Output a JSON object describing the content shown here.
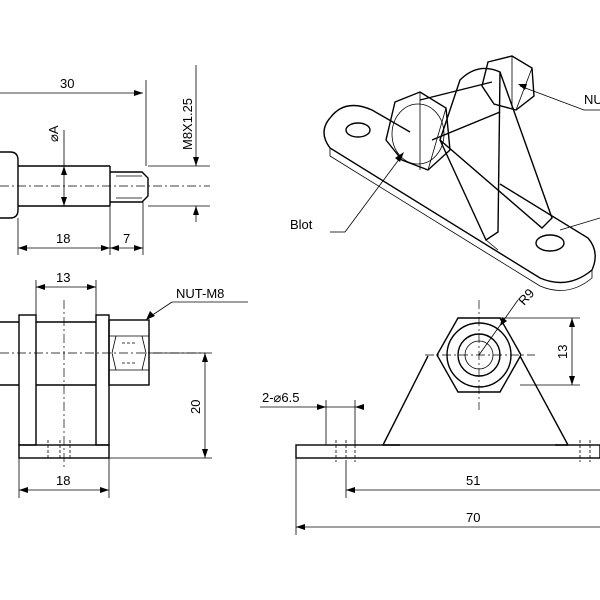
{
  "bolt_view": {
    "length_label": "30",
    "diameter_label": "⌀A",
    "thread_label": "M8X1.25",
    "shank_label": "18",
    "thread_length_label": "7"
  },
  "iso_view": {
    "bolt_callout": "Blot",
    "nut_callout": "NUT"
  },
  "side_view": {
    "nut_label": "NUT-M8",
    "top_width_label": "13",
    "height_label": "20",
    "base_width_label": "18"
  },
  "front_view": {
    "radius_label": "R9",
    "height_label": "13",
    "hole_label": "2-⌀6.5",
    "hole_spacing_label": "51",
    "overall_length_label": "70"
  }
}
